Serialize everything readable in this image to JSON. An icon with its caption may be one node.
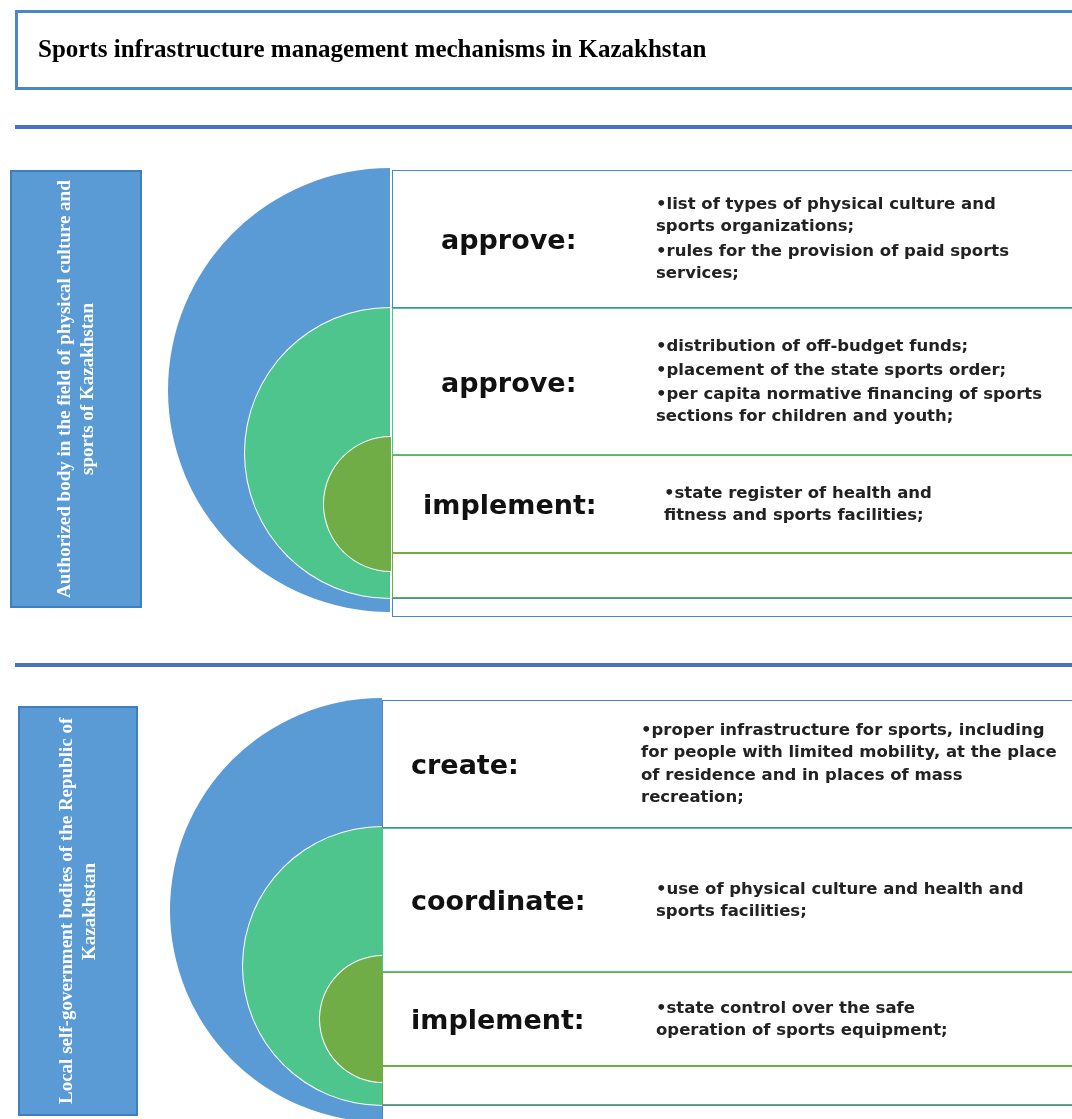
{
  "diagram": {
    "title": "Sports infrastructure management mechanisms in Kazakhstan",
    "nodes": [
      {
        "text": [
          "Authorized body in the field of physical culture and sports of Kazakhstan"
        ]
      },
      {
        "text": [],
        "shape": "circle"
      },
      {
        "text": [],
        "shape": "circle",
        "in": 1
      },
      {
        "text": [],
        "shape": "circle",
        "in": 2
      },
      {
        "text": [
          "approve:",
          "•list of types of physical culture and sports organizations;",
          "•rules for the provision of paid sports services;"
        ]
      },
      {
        "text": [
          "approve:",
          "•distribution of off-budget funds;",
          "•placement of the state sports order;",
          "•per capita normative financing of sports sections for children and youth;"
        ]
      },
      {
        "text": [
          "implement:",
          "•state register of health and fitness and sports facilities;"
        ]
      },
      {
        "text": [],
        "shape": "box"
      },
      {
        "text": [],
        "shape": "box"
      },
      {
        "text": [
          "Local self-government bodies of the Republic of Kazakhstan"
        ]
      },
      {
        "text": [],
        "shape": "circle"
      },
      {
        "text": [],
        "shape": "circle",
        "in": 10
      },
      {
        "text": [],
        "shape": "circle",
        "in": 11
      },
      {
        "text": [
          "create:",
          "•proper infrastructure for sports, including for people with limited mobility, at the place of residence and in places of mass recreation;"
        ]
      },
      {
        "text": [
          "coordinate:",
          "•use of physical culture and health and sports facilities;"
        ]
      },
      {
        "text": [
          "implement:",
          "•state control over the safe operation of sports equipment;"
        ]
      },
      {
        "text": [],
        "shape": "box"
      },
      {
        "text": [],
        "shape": "box"
      }
    ],
    "edges": []
  }
}
